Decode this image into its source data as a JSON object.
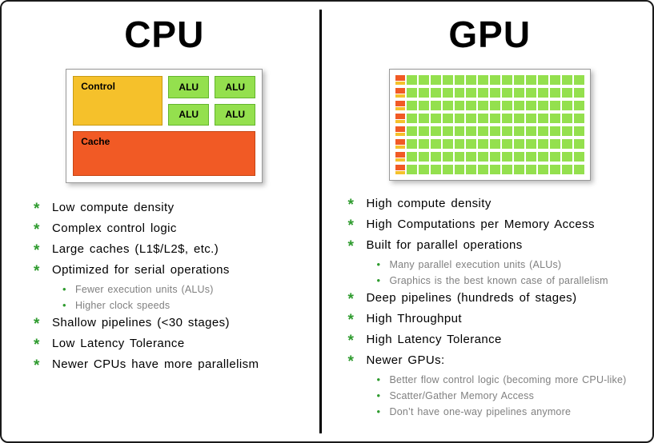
{
  "slide": {
    "left": {
      "title": "CPU",
      "diagram": {
        "control_label": "Control",
        "alu_label": "ALU",
        "cache_label": "Cache"
      },
      "bullets": [
        {
          "level": 1,
          "text": "Low compute density"
        },
        {
          "level": 1,
          "text": "Complex control logic"
        },
        {
          "level": 1,
          "text": "Large caches (L1$/L2$, etc.)"
        },
        {
          "level": 1,
          "text": "Optimized for serial operations"
        },
        {
          "level": 2,
          "text": "Fewer execution units (ALUs)"
        },
        {
          "level": 2,
          "text": "Higher clock speeds"
        },
        {
          "level": 1,
          "text": "Shallow pipelines (<30 stages)"
        },
        {
          "level": 1,
          "text": "Low Latency Tolerance"
        },
        {
          "level": 1,
          "text": "Newer CPUs have more parallelism"
        }
      ]
    },
    "right": {
      "title": "GPU",
      "diagram": {
        "rows": 8,
        "green_cells_per_row": 15
      },
      "bullets": [
        {
          "level": 1,
          "text": "High compute density"
        },
        {
          "level": 1,
          "text": "High Computations per Memory Access"
        },
        {
          "level": 1,
          "text": "Built for parallel operations"
        },
        {
          "level": 2,
          "text": "Many parallel execution units (ALUs)"
        },
        {
          "level": 2,
          "text": "Graphics is the best known case of parallelism"
        },
        {
          "level": 1,
          "text": "Deep pipelines (hundreds of stages)"
        },
        {
          "level": 1,
          "text": "High Throughput"
        },
        {
          "level": 1,
          "text": "High Latency Tolerance"
        },
        {
          "level": 1,
          "text": "Newer GPUs:"
        },
        {
          "level": 2,
          "text": "Better flow control logic (becoming more CPU-like)"
        },
        {
          "level": 2,
          "text": "Scatter/Gather Memory Access"
        },
        {
          "level": 2,
          "text": "Don’t have one-way pipelines anymore"
        }
      ]
    }
  },
  "markers": {
    "main": "*",
    "sub": "•"
  },
  "colors": {
    "control_yellow": "#F5C12B",
    "alu_green": "#94E04E",
    "cache_orange": "#F15A25",
    "bullet_green": "#2E9B2E",
    "sub_text_gray": "#808080",
    "title_black": "#000000"
  }
}
